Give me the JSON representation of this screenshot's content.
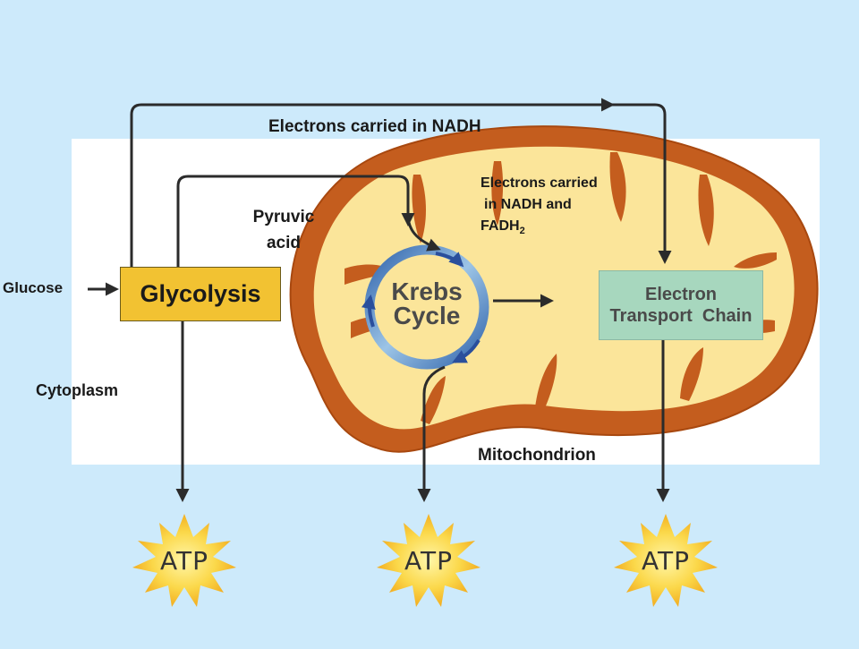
{
  "diagram": {
    "labels": {
      "electrons_nadh": "Electrons carried in NADH",
      "electrons_nadh_fadh_line1": "Electrons carried",
      "electrons_nadh_fadh_line2": "in NADH and",
      "electrons_nadh_fadh_line3": "FADH",
      "electrons_nadh_fadh_sub": "2",
      "pyruvic_line1": "Pyruvic",
      "pyruvic_line2": "acid",
      "glucose": "Glucose",
      "glycolysis": "Glycolysis",
      "cytoplasm": "Cytoplasm",
      "krebs_line1": "Krebs",
      "krebs_line2": "Cycle",
      "etc_line1": "Electron",
      "etc_line2": "Transport  Chain",
      "mitochondrion": "Mitochondrion"
    },
    "atp": [
      "ATP",
      "ATP",
      "ATP"
    ],
    "colors": {
      "background": "#cdeafb",
      "panel": "#ffffff",
      "outer_membrane": "#c45d1e",
      "matrix": "#fbe59a",
      "glycolysis_box": "#f2c232",
      "etc_box": "#a7d7be",
      "krebs_ring": "#4a86c5",
      "atp_star": "#f5b21a",
      "arrow": "#2b2b2b"
    }
  }
}
